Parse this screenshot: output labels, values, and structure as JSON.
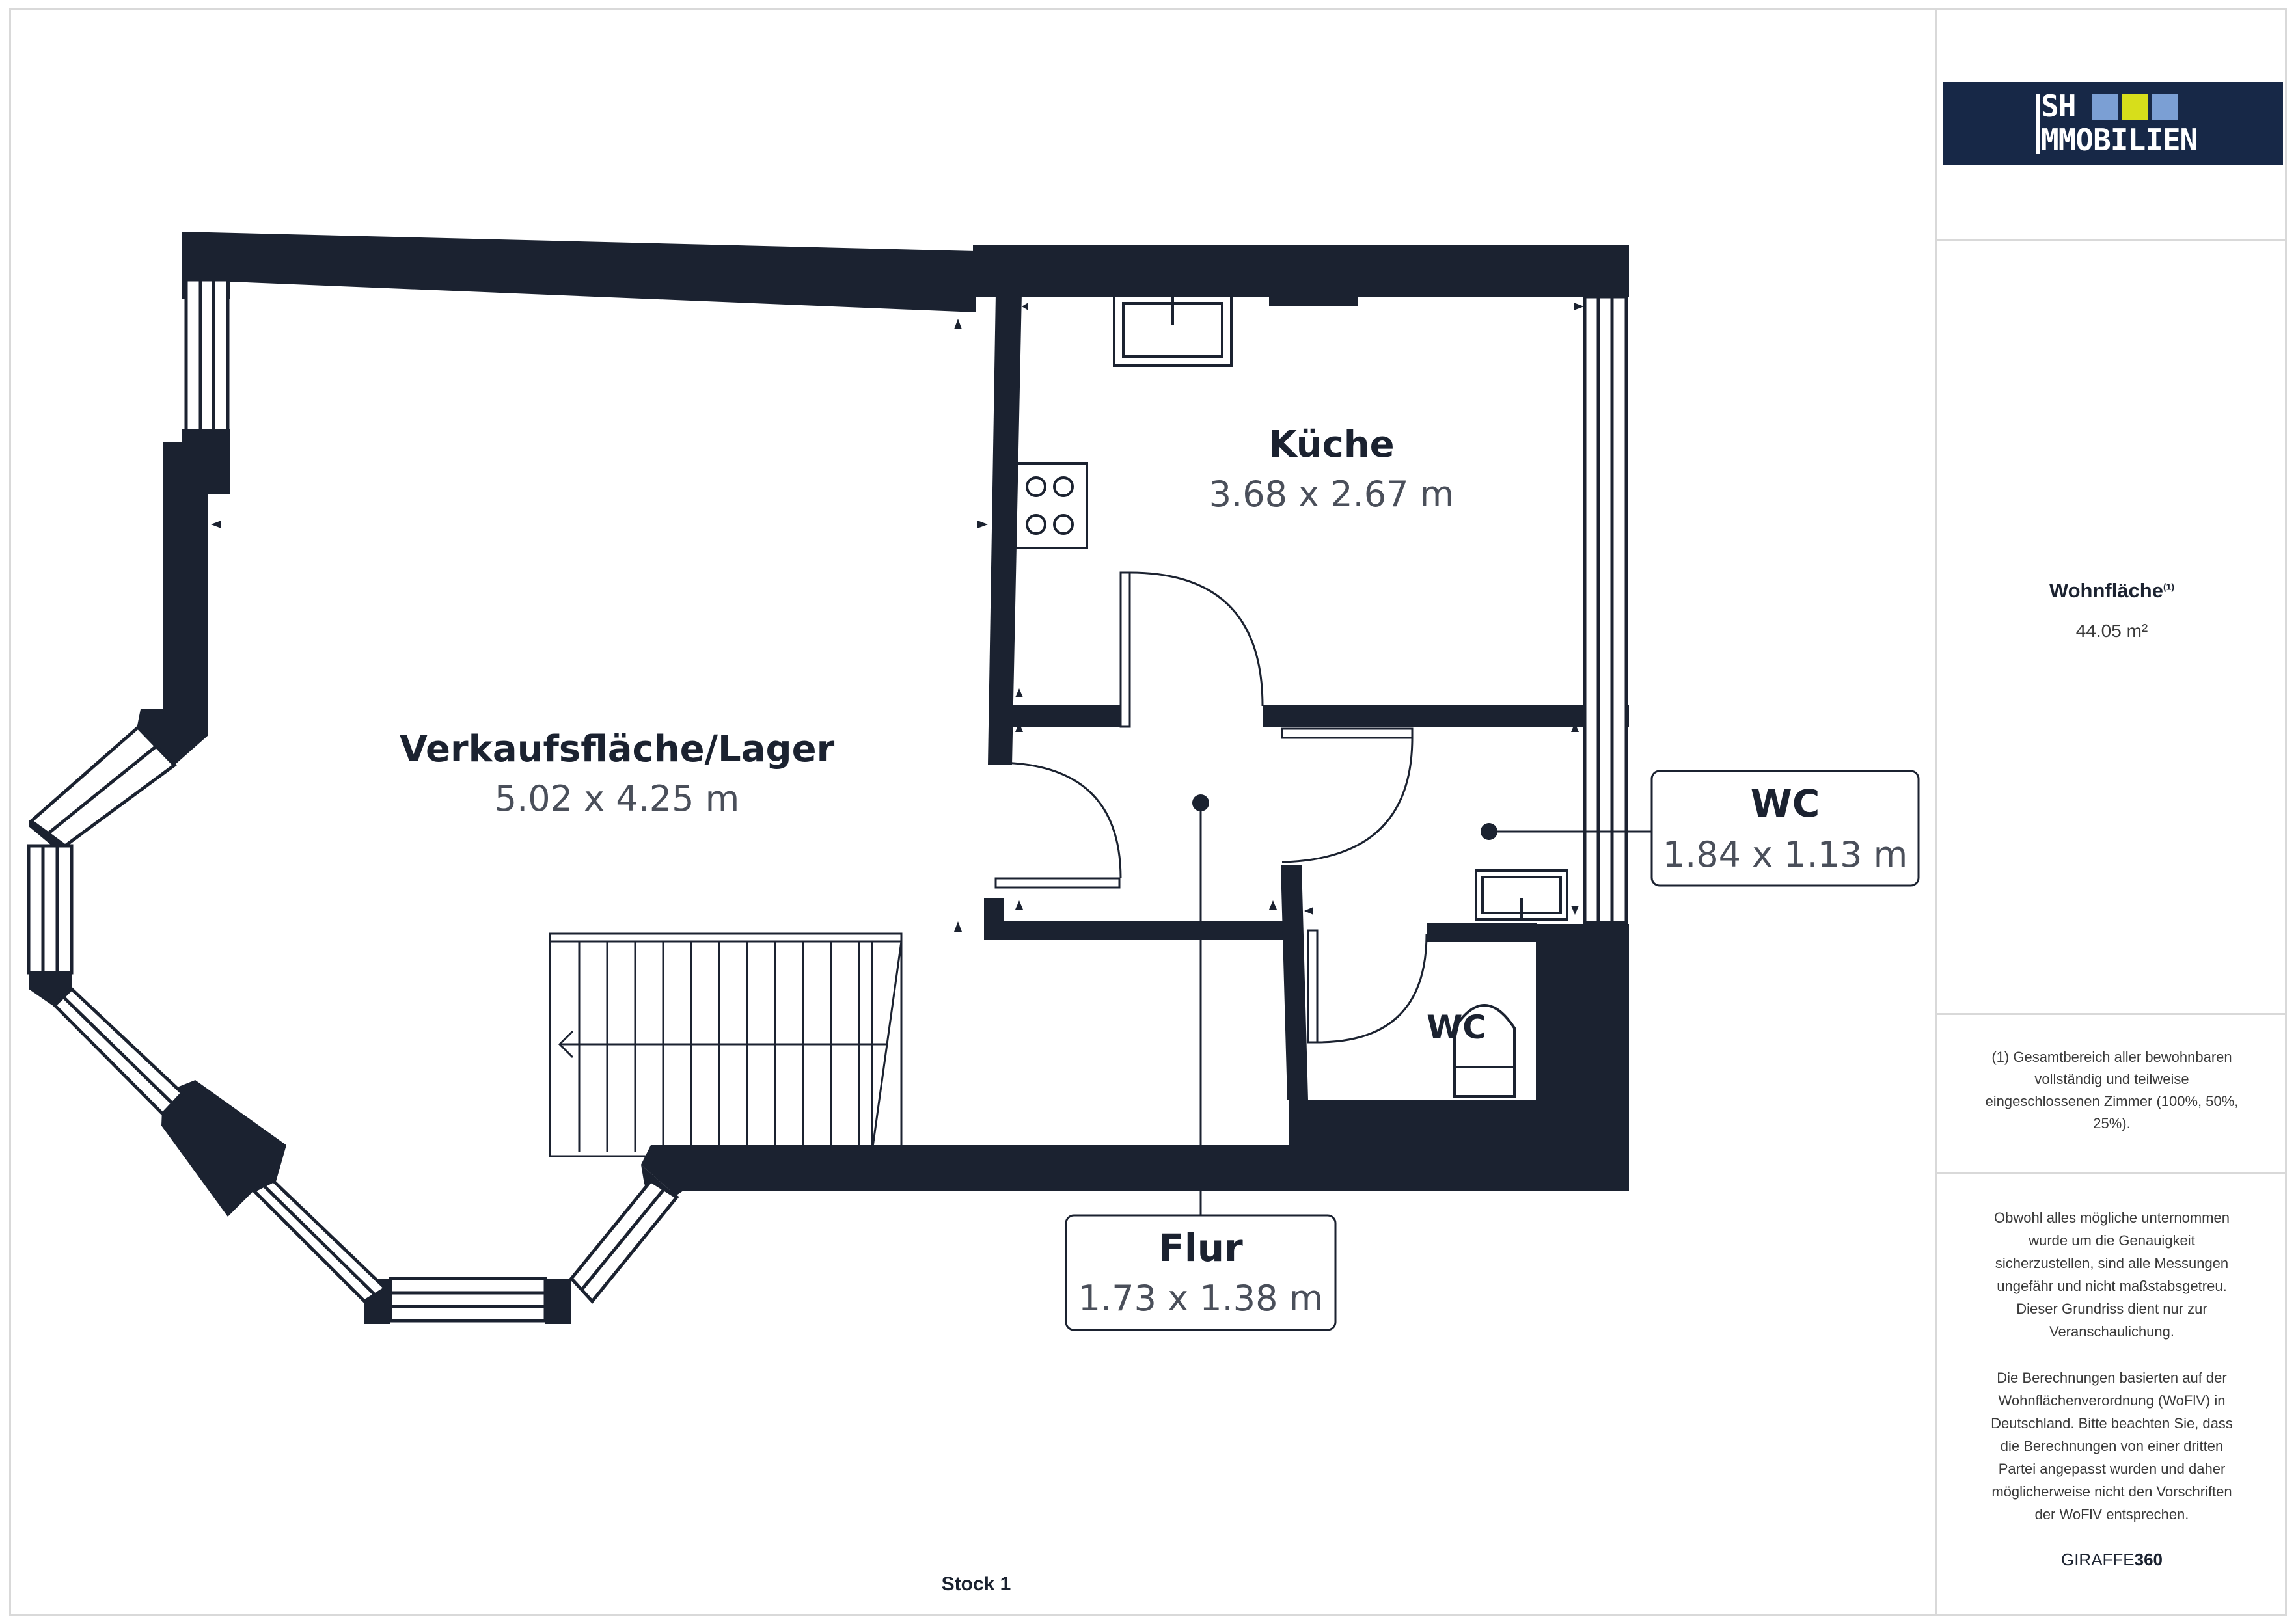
{
  "rooms": {
    "verkauf": {
      "name": "Verkaufsfläche/Lager",
      "dims": "5.02 x 4.25 m"
    },
    "kueche": {
      "name": "Küche",
      "dims": "3.68 x 2.67 m"
    },
    "wc_box": {
      "name": "WC",
      "dims": "1.84 x 1.13 m"
    },
    "wc_small": {
      "name": "WC"
    },
    "flur": {
      "name": "Flur",
      "dims": "1.73 x 1.38 m"
    }
  },
  "floor_label": "Stock 1",
  "logo": {
    "line1": "SH",
    "line2": "MMOBILIEN"
  },
  "area": {
    "label": "Wohnfläche",
    "sup": "(1)",
    "value": "44.05 m²"
  },
  "footnote": [
    "(1) Gesamtbereich aller bewohnbaren",
    "vollständig und teilweise",
    "eingeschlossenen Zimmer (100%, 50%,",
    "25%)."
  ],
  "disclaimer": [
    "Obwohl alles mögliche unternommen",
    "wurde um die Genauigkeit",
    "sicherzustellen, sind alle Messungen",
    "ungefähr und nicht maßstabsgetreu.",
    "Dieser Grundriss dient nur zur",
    "Veranschaulichung."
  ],
  "calc_note": [
    "Die Berechnungen basierten auf der",
    "Wohnflächenverordnung (WoFlV) in",
    "Deutschland. Bitte beachten Sie, dass",
    "die Berechnungen von einer dritten",
    "Partei angepasst wurden und daher",
    "möglicherweise nicht den Vorschriften",
    "der WoFlV entsprechen."
  ],
  "brand": {
    "part1": "GIRAFFE",
    "part2": "360"
  },
  "colors": {
    "wall": "#1b2230",
    "logo_bg": "#172847",
    "logo_blue": "#7b9fd4",
    "logo_yellow": "#d7de1b",
    "frame": "#d9d9d9"
  }
}
